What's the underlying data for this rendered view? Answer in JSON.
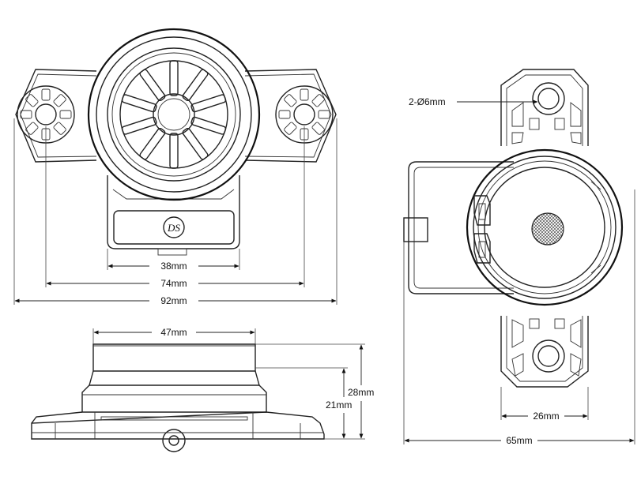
{
  "dimensions": {
    "front_slot_width": "38mm",
    "front_hole_spacing": "74mm",
    "front_overall_width": "92mm",
    "hole_callout": "2-Ø6mm",
    "top_slot_width": "26mm",
    "top_overall_width": "65mm",
    "side_cap_width": "47mm",
    "side_body_height": "21mm",
    "side_total_height": "28mm"
  },
  "logo_text": "DS"
}
